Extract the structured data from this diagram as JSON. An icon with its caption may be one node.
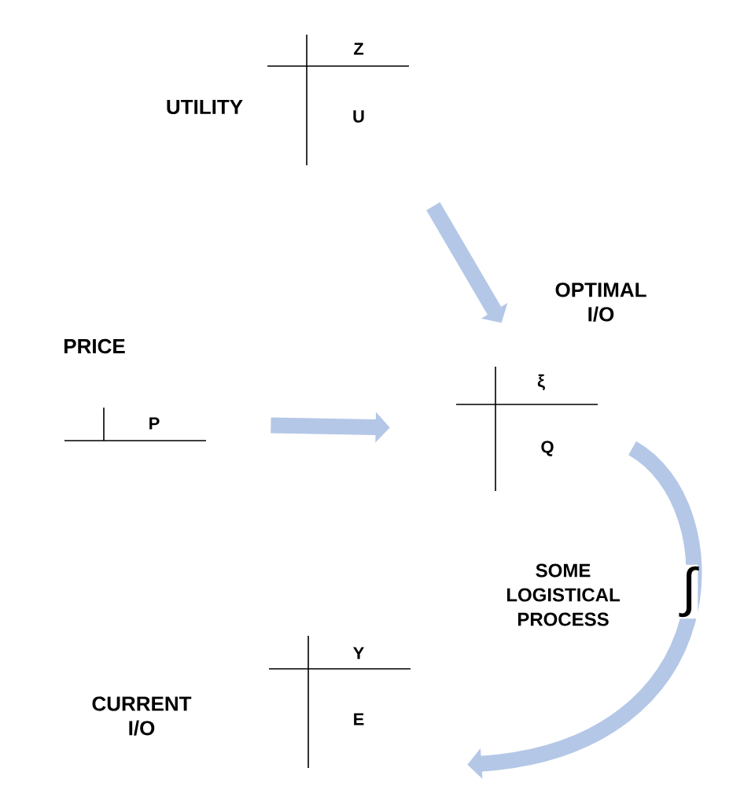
{
  "diagram": {
    "nodes": [
      {
        "text": [
          "UTILITY",
          "Z",
          "U"
        ]
      },
      {
        "text": [
          "PRICE",
          "P"
        ]
      },
      {
        "text": [
          "OPTIMAL I/O",
          "ξ",
          "Q"
        ]
      },
      {
        "text": [
          "CURRENT I/O",
          "Y",
          "E"
        ]
      }
    ],
    "edges": [
      {
        "from": 0,
        "to": 2,
        "arrow": "to",
        "color": "#b4c7e7"
      },
      {
        "from": 1,
        "to": 2,
        "arrow": "to",
        "color": "#b4c7e7"
      },
      {
        "from": 2,
        "to": 3,
        "arrow": "to",
        "color": "#b4c7e7",
        "label": "SOME LOGISTICAL PROCESS"
      }
    ],
    "labels": [
      "∫"
    ]
  }
}
